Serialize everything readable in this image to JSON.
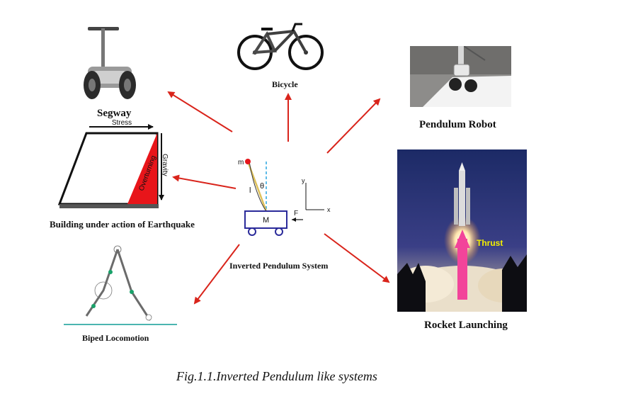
{
  "labels": {
    "segway": "Segway",
    "bicycle": "Bicycle",
    "pendulum_robot": "Pendulum Robot",
    "building": "Building under action of Earthquake",
    "center": "Inverted Pendulum System",
    "biped": "Biped Locomotion",
    "rocket": "Rocket Launching"
  },
  "building_figure": {
    "stress": "Stress",
    "gravity": "Gravity",
    "side_text": "Overturning"
  },
  "pendulum_figure": {
    "mass_small": "m",
    "length": "l",
    "angle": "θ",
    "cart_mass": "M",
    "force": "F",
    "x_axis": "x",
    "y_axis": "y"
  },
  "rocket_figure": {
    "thrust": "Thrust"
  },
  "caption": "Fig.1.1.Inverted Pendulum like systems",
  "colors": {
    "arrow": "#d9241b",
    "thrust_arrow": "#f2449a",
    "thrust_text": "#f5f000",
    "dashed": "#2aa6e0"
  }
}
